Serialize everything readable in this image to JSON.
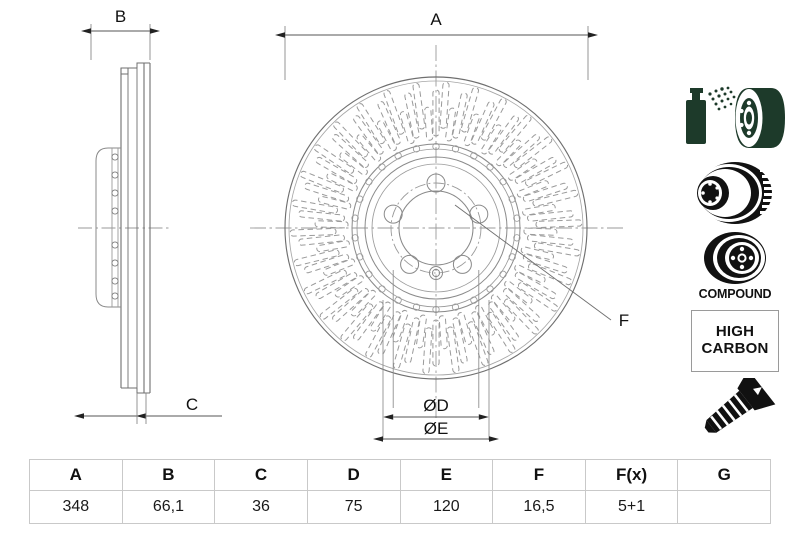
{
  "drawing": {
    "title": "Brake disc technical dimension drawing",
    "dimension_labels": {
      "a": "A",
      "b": "B",
      "c": "C",
      "d": "ØD",
      "e": "ØE",
      "f": "F"
    }
  },
  "icons": {
    "coating": {
      "name": "spray-coated-disc-icon",
      "color": "#1d3a2a"
    },
    "vented": {
      "name": "vented-disc-icon",
      "color": "#111111"
    },
    "compound": {
      "name": "compound-disc-icon",
      "color": "#111111",
      "label": "COMPOUND"
    },
    "high_carbon": {
      "name": "high-carbon-box",
      "line1": "HIGH",
      "line2": "CARBON"
    },
    "screw": {
      "name": "countersunk-screw-icon",
      "color": "#111111"
    }
  },
  "spec_table": {
    "headers": [
      "A",
      "B",
      "C",
      "D",
      "E",
      "F",
      "F(x)",
      "G"
    ],
    "values": [
      "348",
      "66,1",
      "36",
      "75",
      "120",
      "16,5",
      "5+1",
      ""
    ]
  }
}
